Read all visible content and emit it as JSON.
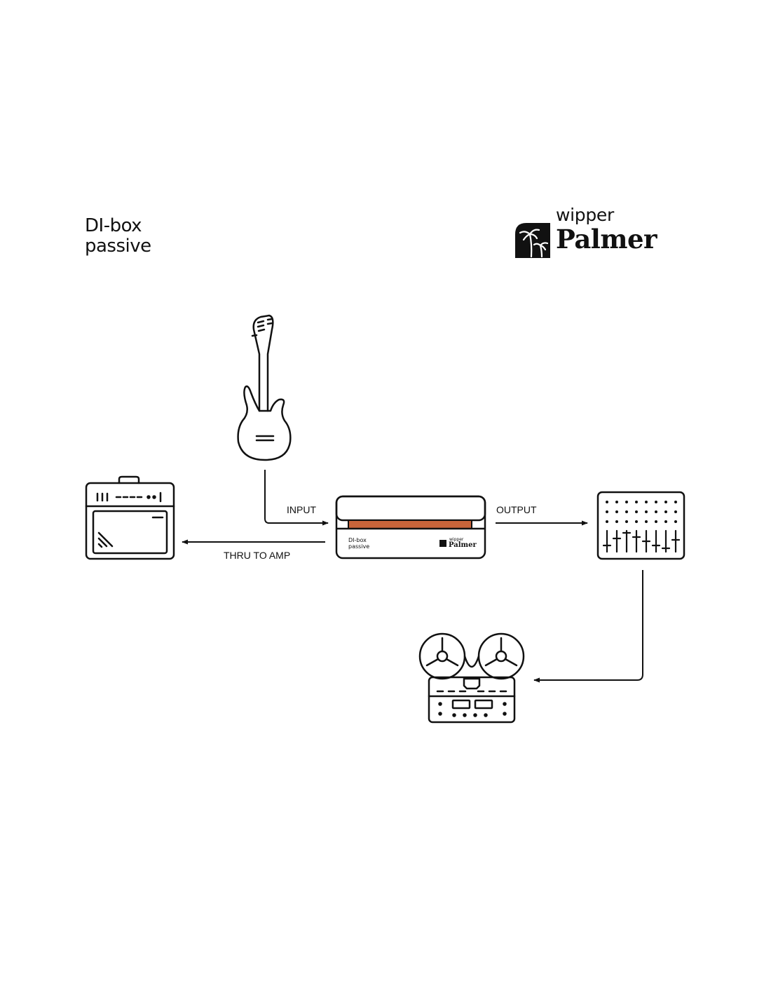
{
  "title": {
    "line1": "DI-box",
    "line2": "passive"
  },
  "brand": {
    "small": "wipper",
    "big": "Palmer"
  },
  "labels": {
    "input": "INPUT",
    "output": "OUTPUT",
    "thru": "THRU TO AMP"
  },
  "device": {
    "label1": "DI-box",
    "label2": "passive",
    "brand_small": "wipper",
    "brand_big": "Palmer"
  },
  "colors": {
    "accent": "#c8643a",
    "line": "#111111"
  },
  "icons": [
    "guitar-icon",
    "amplifier-icon",
    "di-box-icon",
    "mixer-icon",
    "tape-recorder-icon",
    "palm-tree-logo-icon"
  ]
}
